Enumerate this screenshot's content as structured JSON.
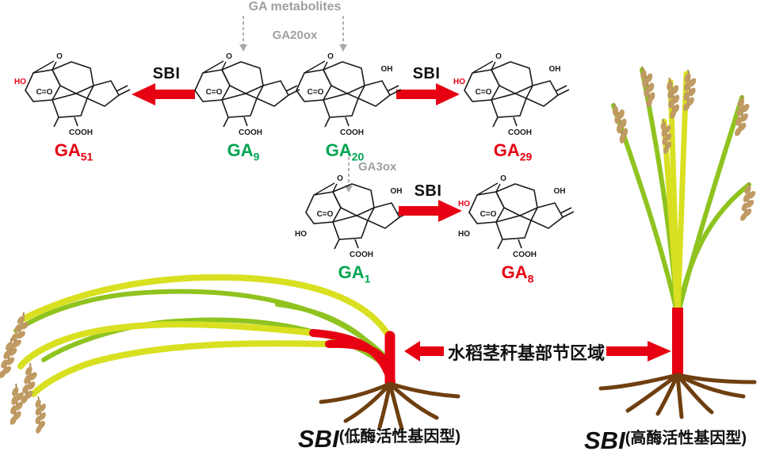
{
  "pathway": {
    "metabolites_label": "GA metabolites",
    "ga20ox_label": "GA20ox",
    "ga3ox_label": "GA3ox",
    "sbi_label": "SBI",
    "atom_o": "O",
    "co_label": "C=O",
    "cooh_label": "COOH",
    "structures": {
      "ga51": {
        "base": "GA",
        "sub": "51",
        "ho_left": "HO"
      },
      "ga9": {
        "base": "GA",
        "sub": "9"
      },
      "ga20": {
        "base": "GA",
        "sub": "20",
        "oh_top": "OH"
      },
      "ga29": {
        "base": "GA",
        "sub": "29",
        "ho_left": "HO",
        "oh_top": "OH"
      },
      "ga1": {
        "base": "GA",
        "sub": "1",
        "oh_top": "OH",
        "ho_bottom": "HO"
      },
      "ga8": {
        "base": "GA",
        "sub": "8",
        "ho_left": "HO",
        "oh_top": "OH",
        "ho_bottom": "HO"
      }
    }
  },
  "plants": {
    "annotation": "水稻茎秆基部节区域",
    "left": {
      "gene": "SBI",
      "genotype": "(低酶活性基因型)"
    },
    "right": {
      "gene": "SBI",
      "genotype": "(高酶活性基因型)"
    }
  },
  "colors": {
    "red": "#e60012",
    "green": "#00a551",
    "gray": "#9fa0a0",
    "stem_yellow": "#d9e021",
    "leaf_green": "#8fc31f",
    "root_brown": "#6f3f10",
    "grain_tan": "#bf9a63"
  }
}
